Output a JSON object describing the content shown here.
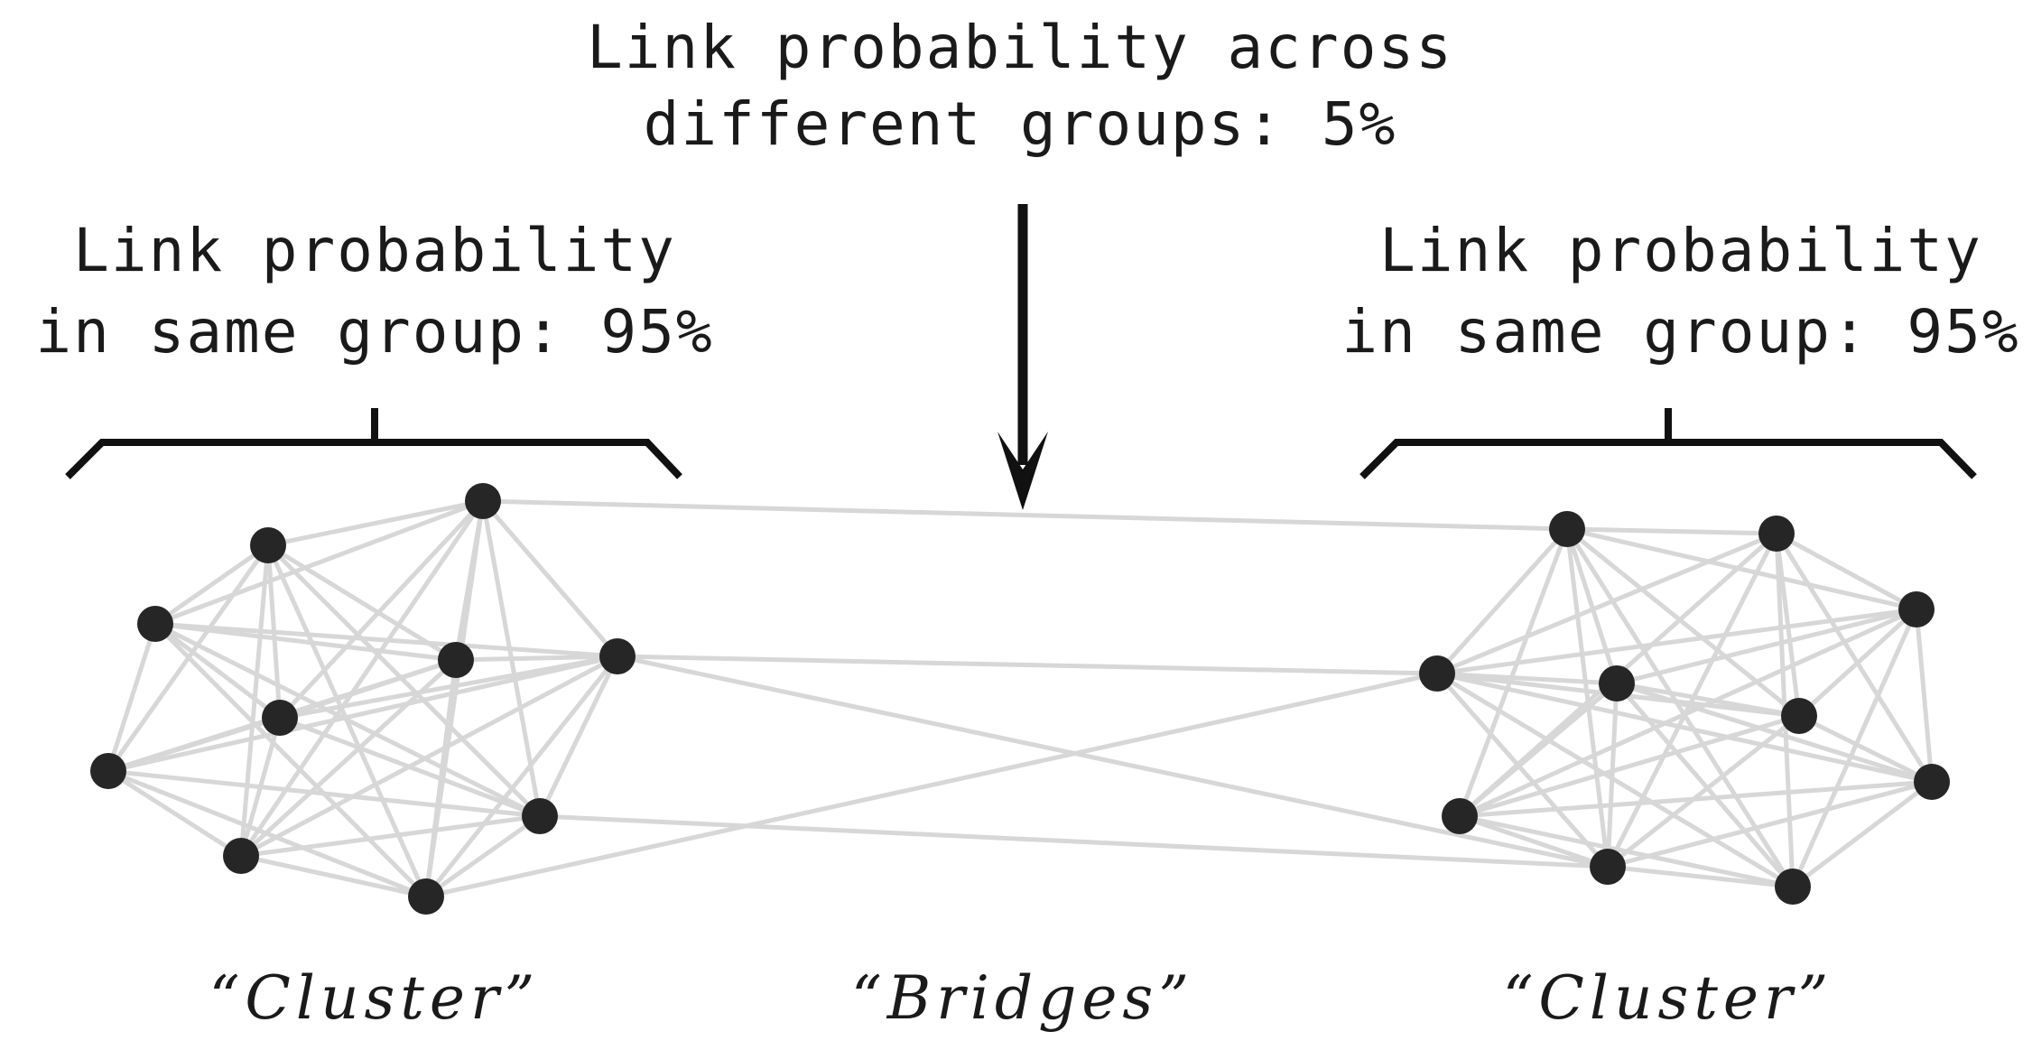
{
  "annotations": {
    "across_line1": "Link probability across",
    "across_line2": "different groups: 5%",
    "left_line1": "Link probability",
    "left_line2": "in same group: 95%",
    "right_line1": "Link probability",
    "right_line2": "in same group: 95%"
  },
  "captions": {
    "left": "“Cluster”",
    "middle": "“Bridges”",
    "right": "“Cluster”"
  },
  "colors": {
    "node": "#262626",
    "edge": "#d7d7d7",
    "bracket": "#111111"
  },
  "clusters": [
    {
      "name": "left",
      "node_count": 10,
      "within_link_probability": 0.95
    },
    {
      "name": "right",
      "node_count": 10,
      "within_link_probability": 0.95
    }
  ],
  "across_link_probability": 0.05
}
